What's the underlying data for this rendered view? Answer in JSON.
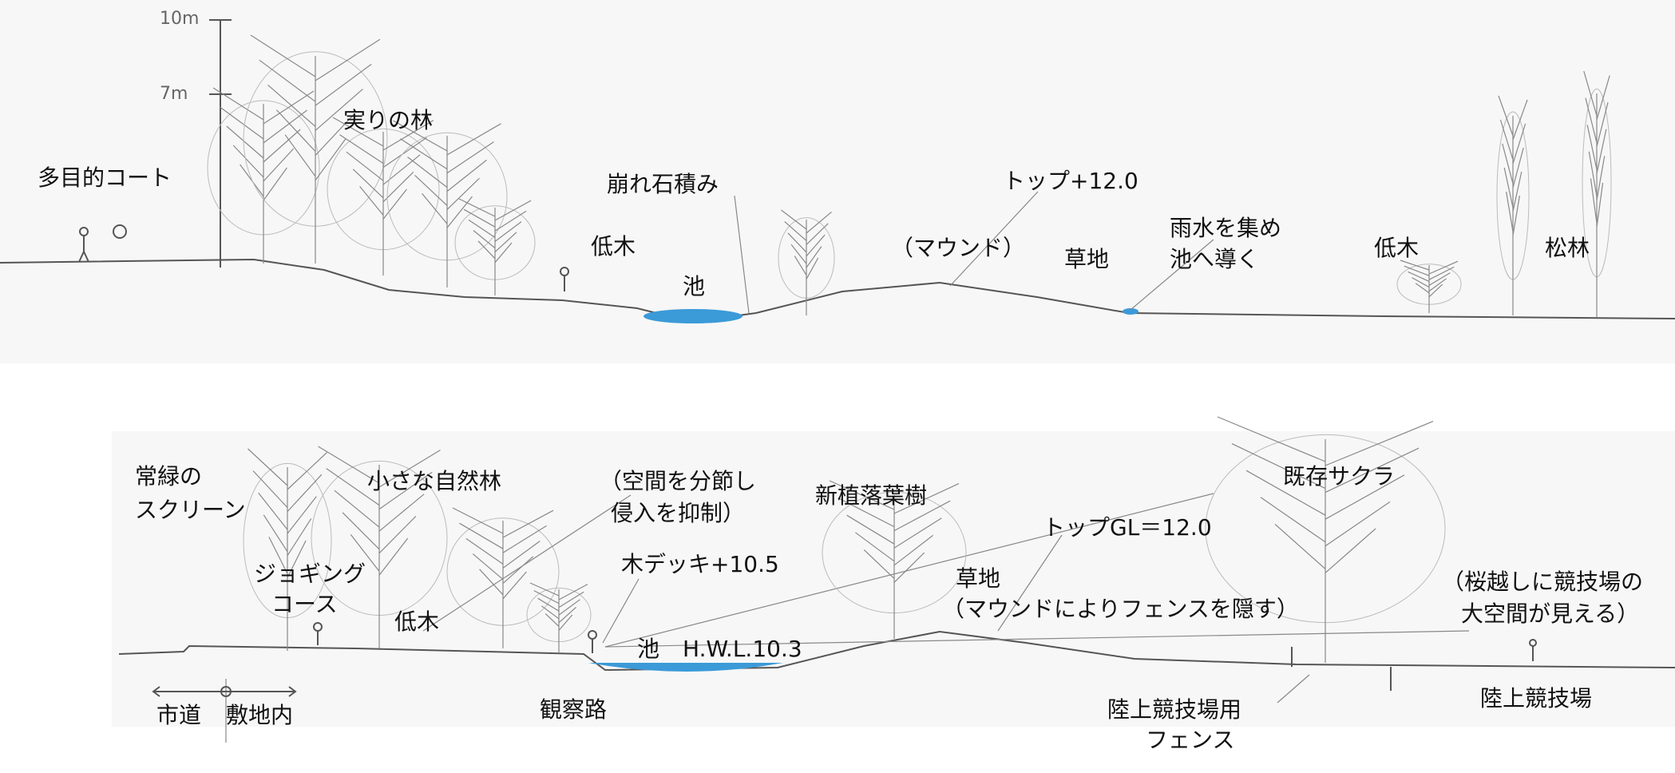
{
  "colors": {
    "water": "#3b9ad8",
    "ink": "#111111",
    "pencil": "#666666",
    "band": "#f6f6f6"
  },
  "scale": {
    "top": "10m",
    "mid": "7m"
  },
  "upper_section": {
    "multi_court": "多目的コート",
    "fruit_forest": "実りの林",
    "stone_wall": "崩れ石積み",
    "shrubs_left": "低木",
    "pond": "池",
    "top_level": "トップ+12.0",
    "mound": "（マウンド）",
    "grass": "草地",
    "rain_line1": "雨水を集め",
    "rain_line2": "池へ導く",
    "shrubs_right": "低木",
    "pine_forest": "松林"
  },
  "lower_section": {
    "evergreen_line1": "常緑の",
    "evergreen_line2": "スクリーン",
    "small_forest": "小さな自然林",
    "divide_line1": "（空間を分節し",
    "divide_line2": "侵入を抑制）",
    "new_trees": "新植落葉樹",
    "existing_sakura": "既存サクラ",
    "top_gl": "トップGL＝12.0",
    "wood_deck": "木デッキ+10.5",
    "jogging_line1": "ジョギング",
    "jogging_line2": "コース",
    "grass_line1": "草地",
    "grass_line2": "（マウンドによりフェンスを隠す）",
    "view_line1": "（桜越しに競技場の",
    "view_line2": "大空間が見える）",
    "shrubs": "低木",
    "pond": "池",
    "hwl": "H.W.L.10.3",
    "city_road": "市道",
    "site_inside": "敷地内",
    "observation_path": "観察路",
    "fence_line1": "陸上競技場用",
    "fence_line2": "フェンス",
    "stadium": "陸上競技場"
  }
}
